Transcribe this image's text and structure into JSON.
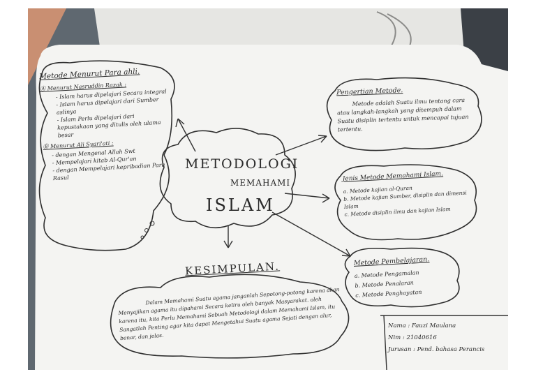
{
  "center": {
    "line1": "METODOLOGI",
    "line2": "MEMAHAMI",
    "line3": "ISLAM"
  },
  "metode_ahli": {
    "title": "Metode Menurut Para ahli.",
    "a_title": "Menurut Nasruddin Razak :",
    "a_items": [
      "- Islam harus dipelajari Secara integral",
      "- Islam harus dipelajari dari Sumber aslinya",
      "- Islam Perlu dipelajari dari kepustakaan yang ditulis oleh ulama besar"
    ],
    "b_title": "Menurut Ali Syari'ati :",
    "b_items": [
      "- dengan Mengenal Allah Swt",
      "- Mempelajari kitab Al-Qur'an",
      "- dengan Mempelajari kepribadian Para Rasul"
    ]
  },
  "pengertian": {
    "title": "Pengertian Metode.",
    "text": "Metode adalah Suatu ilmu tentang cara atau langkah-langkah yang ditempuh dalam Suatu disiplin tertentu untuk mencapai tujuan tertentu."
  },
  "jenis": {
    "title": "Jenis Metode Memahami Islam.",
    "items": [
      "a. Metode kajian al-Quran",
      "b. Metode kajian Sumber, disiplin dan dimensi Islam",
      "c. Metode disiplin ilmu dan kajian Islam"
    ]
  },
  "pembelajaran": {
    "title": "Metode Pembelajaran.",
    "items": [
      "a. Metode Pengamalan",
      "b. Metode Penalaran",
      "c. Metode Penghayatan"
    ]
  },
  "kesimpulan": {
    "title": "KESIMPULAN.",
    "text": "Dalam Memahami Suatu agama janganlah Sepotong-potong karena akan Menyajikan agama itu dipahami Secara keliru oleh banyak Masyarakat. oleh karena itu, kita Perlu Memahami Sebuah Metodologi dalam Memahami Islam, itu Sangatlah Penting agar kita dapat Mengetahui Suatu agama Sejati dengan alur, benar, dan jelas."
  },
  "identity": {
    "nama": "Nama : Fauzi Maulana",
    "nim": "Nim : 21040616",
    "jurusan": "Jurusan : Pend. bahasa Perancis"
  },
  "colors": {
    "paper": "#f4f4f2",
    "ink": "#2a2a2a",
    "background": "#5f6870"
  }
}
